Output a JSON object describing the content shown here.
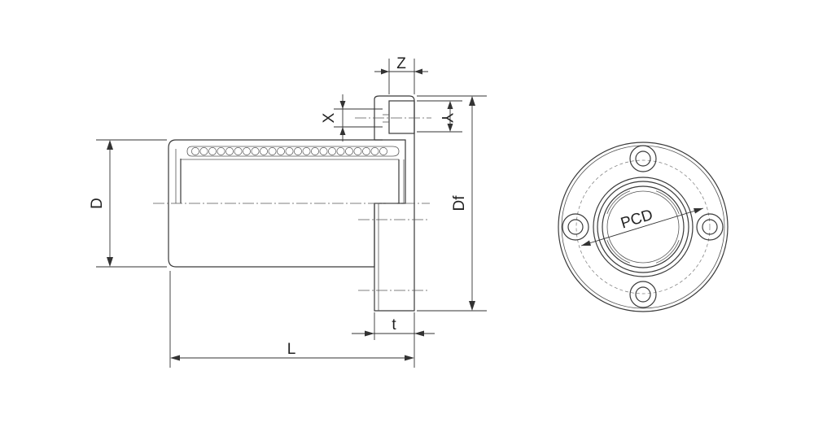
{
  "labels": {
    "z": "Z",
    "x": "X",
    "y": "Y",
    "d": "D",
    "df": "Df",
    "t": "t",
    "l": "L",
    "pcd": "PCD"
  },
  "colors": {
    "line": "#3a3a3a",
    "background": "#ffffff"
  }
}
